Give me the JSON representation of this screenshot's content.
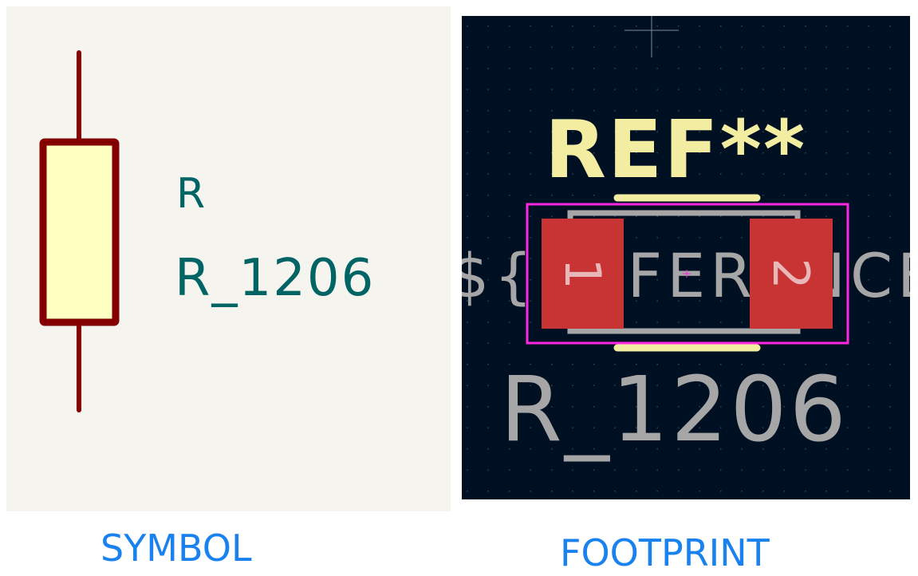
{
  "symbol": {
    "caption": "SYMBOL",
    "reference": "R",
    "value": "R_1206",
    "colors": {
      "background": "#f5f4ef",
      "body_outline": "#840000",
      "body_fill": "#ffffc2",
      "text": "#006464"
    }
  },
  "footprint": {
    "caption": "FOOTPRINT",
    "reference": "REF**",
    "fab_reference": "${REFERENCE}",
    "value": "R_1206",
    "pads": [
      {
        "label": "1"
      },
      {
        "label": "2"
      }
    ],
    "colors": {
      "background": "#001023",
      "silkscreen": "#f2eda1",
      "fab": "#a6a6a6",
      "pad": "#c83434",
      "courtyard": "#ff26e2",
      "grid": "#3a4a5c"
    }
  },
  "caption_color": "#1a82ee"
}
